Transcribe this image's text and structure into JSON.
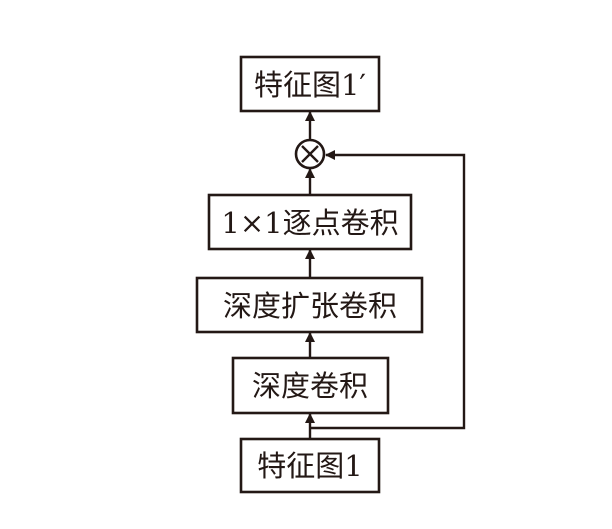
{
  "nodes": {
    "output": "特征图1′",
    "multiply": "⊗",
    "pointwise": "1×1逐点卷积",
    "dilated": "深度扩张卷积",
    "depthwise": "深度卷积",
    "input": "特征图1"
  },
  "colors": {
    "stroke": "#231815",
    "background": "#ffffff"
  }
}
